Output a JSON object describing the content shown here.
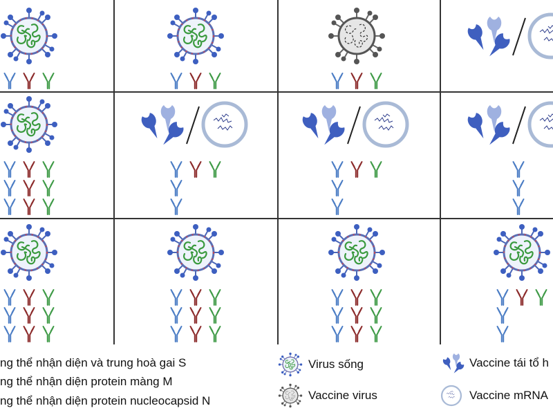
{
  "colors": {
    "antibody_S": "#4a7cc4",
    "antibody_M": "#8b2a2a",
    "antibody_N": "#3e9a46",
    "grid": "#333333"
  },
  "grid": [
    [
      {
        "icon": "live-virus",
        "antibodies": [
          [
            "S",
            "M",
            "N"
          ]
        ]
      },
      {
        "icon": "live-virus",
        "antibodies": [
          [
            "S",
            "M",
            "N"
          ]
        ]
      },
      {
        "icon": "vaccine-virus",
        "antibodies": [
          [
            "S",
            "M",
            "N"
          ]
        ]
      },
      {
        "icon": "recombinant-or-mrna",
        "antibodies": []
      }
    ],
    [
      {
        "icon": "live-virus",
        "antibodies": [
          [
            "S",
            "M",
            "N"
          ],
          [
            "S",
            "M",
            "N"
          ],
          [
            "S",
            "M",
            "N"
          ]
        ]
      },
      {
        "icon": "recombinant-or-mrna",
        "antibodies": [
          [
            "S",
            "M",
            "N"
          ],
          [
            "S"
          ],
          [
            "S"
          ]
        ]
      },
      {
        "icon": "recombinant-or-mrna",
        "antibodies": [
          [
            "S",
            "M",
            "N"
          ],
          [
            "S"
          ],
          [
            "S"
          ]
        ]
      },
      {
        "icon": "recombinant-or-mrna",
        "antibodies": [
          [
            "S"
          ],
          [
            "S"
          ],
          [
            "S"
          ]
        ]
      }
    ],
    [
      {
        "icon": "live-virus",
        "antibodies": [
          [
            "S",
            "M",
            "N"
          ],
          [
            "S",
            "M",
            "N"
          ],
          [
            "S",
            "M",
            "N"
          ]
        ]
      },
      {
        "icon": "live-virus",
        "antibodies": [
          [
            "S",
            "M",
            "N"
          ],
          [
            "S",
            "M",
            "N"
          ],
          [
            "S",
            "M",
            "N"
          ]
        ]
      },
      {
        "icon": "live-virus",
        "antibodies": [
          [
            "S",
            "M",
            "N"
          ],
          [
            "S",
            "M",
            "N"
          ],
          [
            "S",
            "M",
            "N"
          ]
        ]
      },
      {
        "icon": "live-virus",
        "antibodies": [
          [
            "S",
            "M",
            "N"
          ],
          [
            "S"
          ],
          [
            "S"
          ]
        ]
      }
    ]
  ],
  "legend": {
    "antibody_S": "ng thể nhận diện và trung hoà gai S",
    "antibody_M": "ng thể nhận diện protein màng M",
    "antibody_N": "ng thể nhận diện protein nucleocapsid N",
    "live_virus": "Virus sống",
    "vaccine_virus": "Vaccine virus",
    "recombinant": "Vaccine tái tổ h",
    "mrna": "Vaccine mRNA"
  }
}
